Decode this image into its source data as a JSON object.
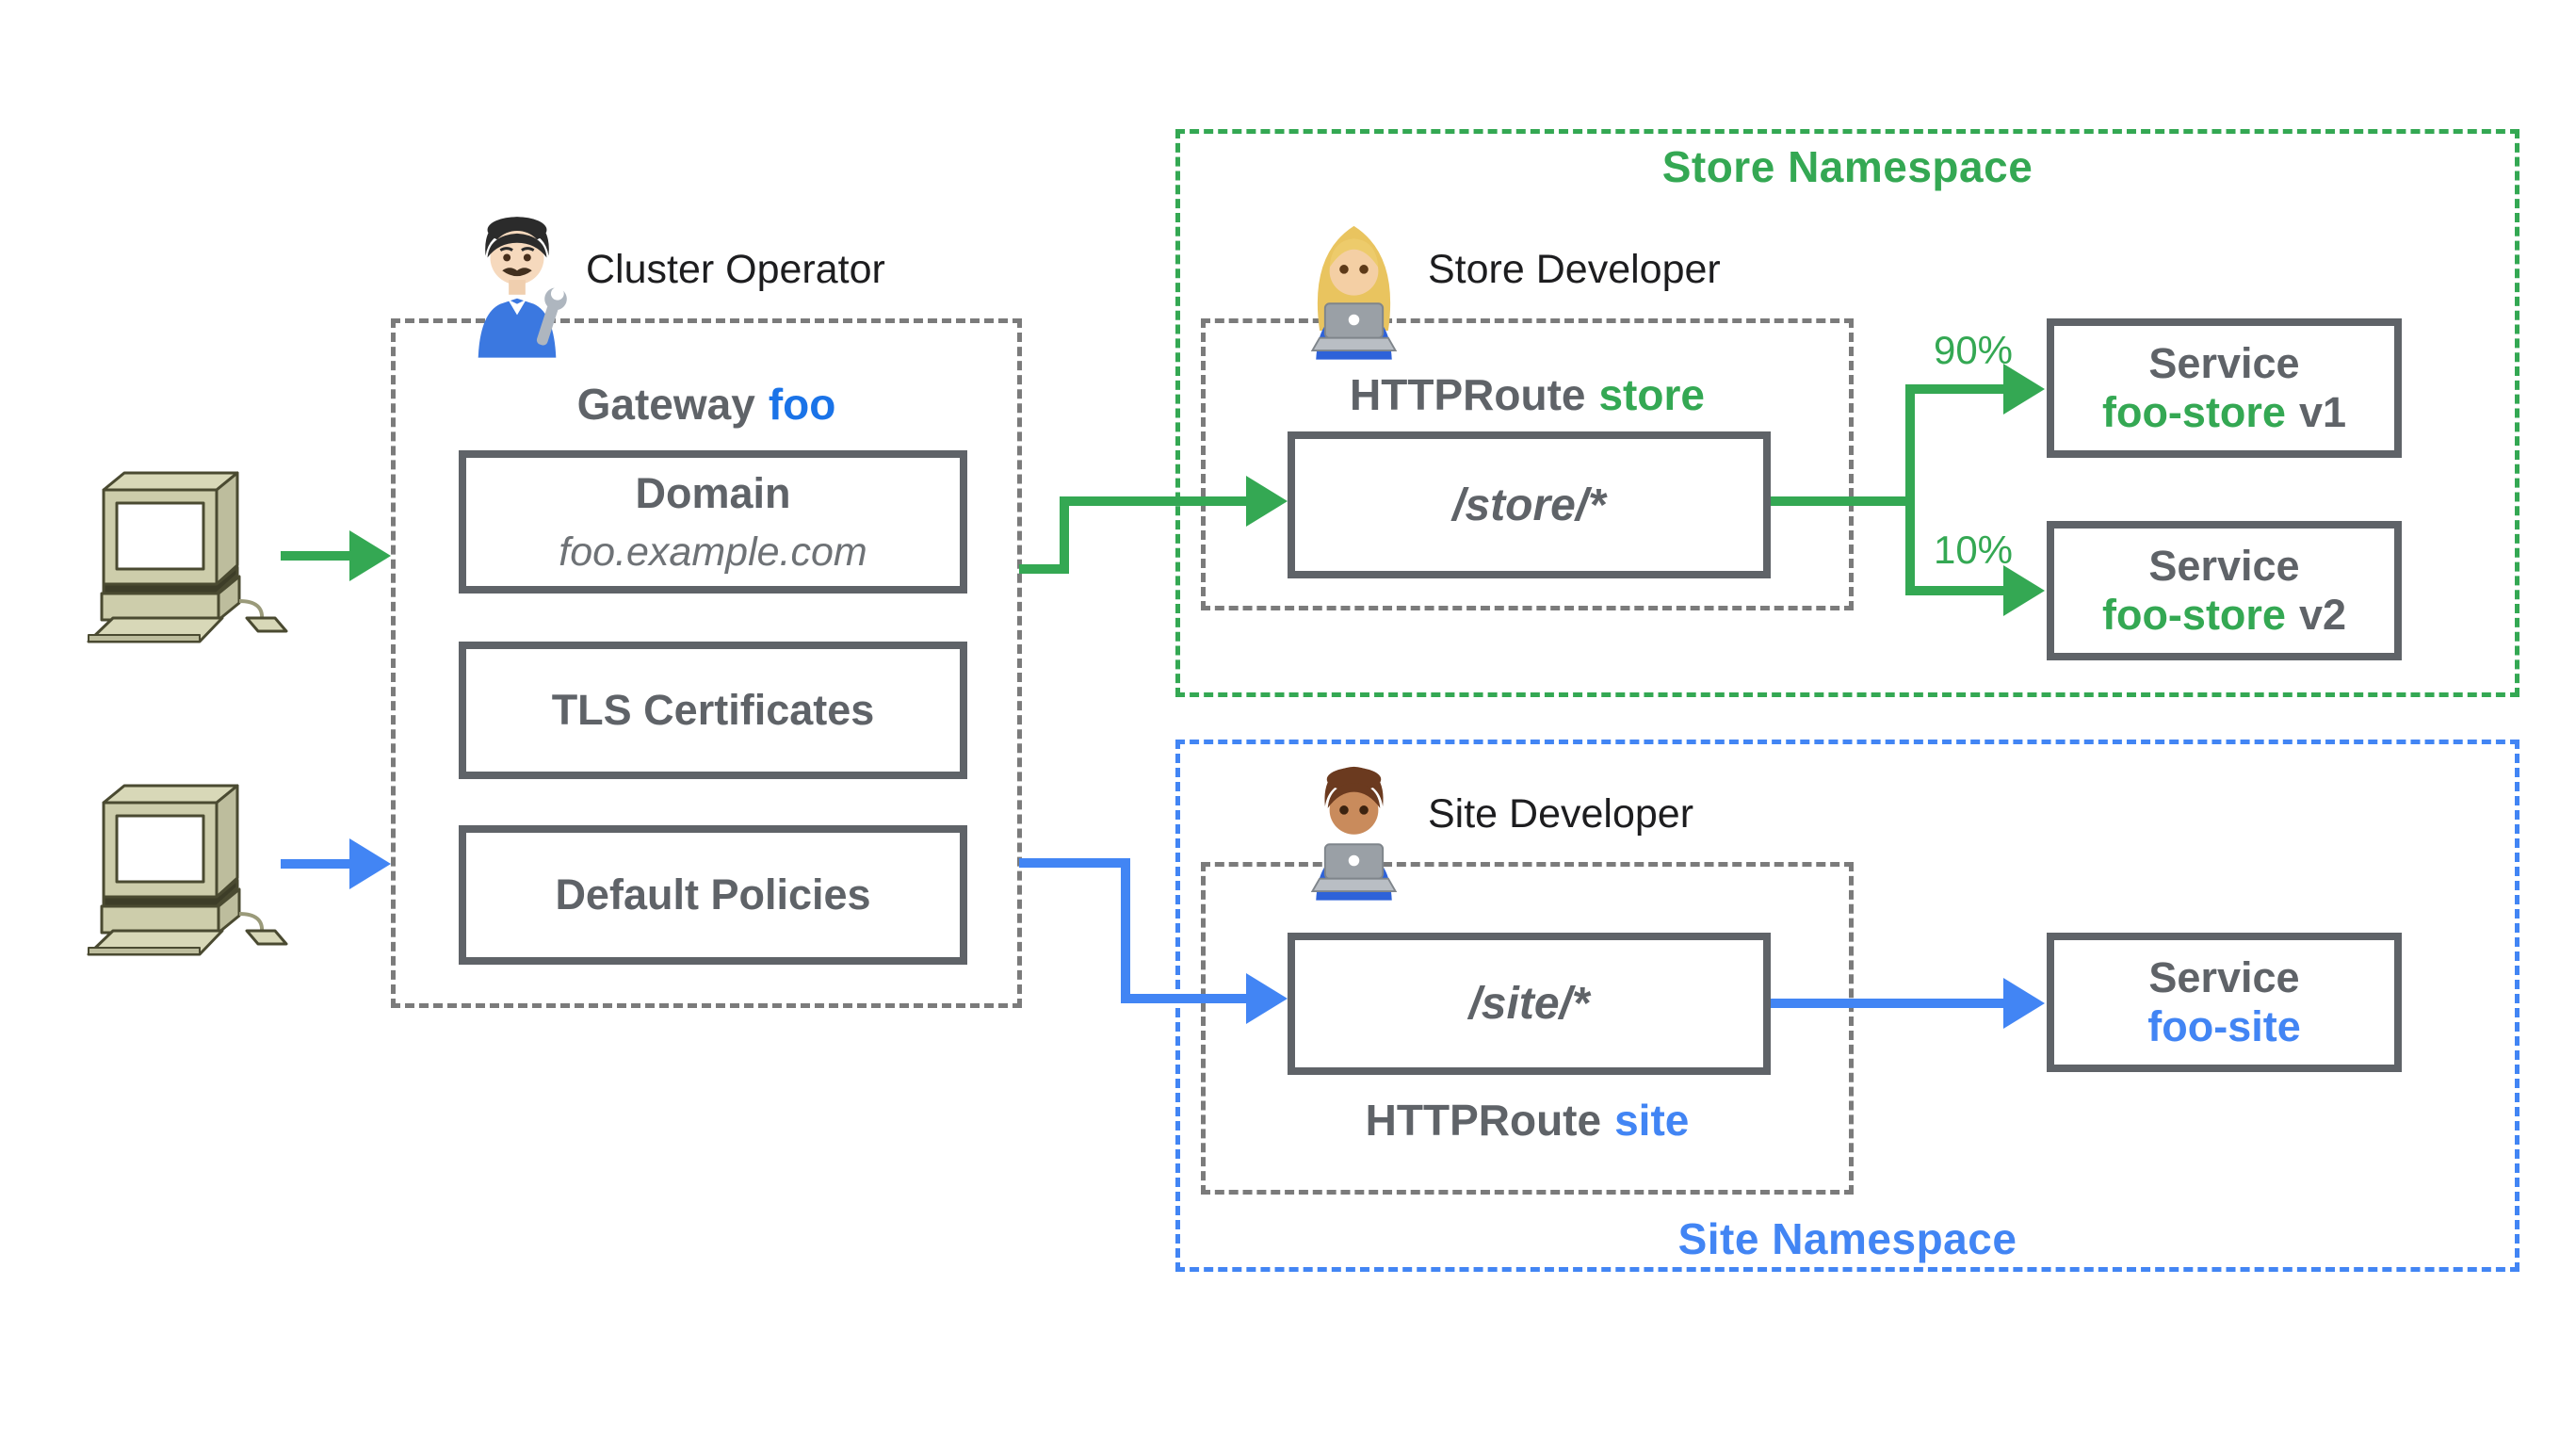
{
  "palette": {
    "green": "#34A853",
    "blue": "#4285F4",
    "gateway_name_blue": "#1A73E8",
    "box_border_gray": "#5F6368",
    "dashed_gray": "#7b7b7b",
    "text_gray": "#5F6368",
    "text_black": "#1d1d1f"
  },
  "clients": {
    "top_client": {
      "icon": "desktop-computer",
      "arrow_color": "#34A853"
    },
    "bottom_client": {
      "icon": "desktop-computer",
      "arrow_color": "#4285F4"
    }
  },
  "cluster_operator": {
    "icon": "man-mechanic",
    "label": "Cluster Operator"
  },
  "gateway": {
    "title_prefix": "Gateway",
    "title_name": "foo",
    "domain_box": {
      "title": "Domain",
      "value": "foo.example.com"
    },
    "tls_box": {
      "title": "TLS Certificates"
    },
    "policies_box": {
      "title": "Default Policies"
    }
  },
  "store_namespace": {
    "title": "Store Namespace",
    "developer": {
      "icon": "woman-technologist",
      "label": "Store Developer"
    },
    "httproute_prefix": "HTTPRoute",
    "httproute_name": "store",
    "path_rule": "/store/*",
    "weights": {
      "v1": "90%",
      "v2": "10%"
    },
    "services": [
      {
        "title": "Service",
        "name": "foo-store",
        "version": "v1"
      },
      {
        "title": "Service",
        "name": "foo-store",
        "version": "v2"
      }
    ]
  },
  "site_namespace": {
    "title": "Site Namespace",
    "developer": {
      "icon": "man-technologist",
      "label": "Site Developer"
    },
    "httproute_prefix": "HTTPRoute",
    "httproute_name": "site",
    "path_rule": "/site/*",
    "service": {
      "title": "Service",
      "name": "foo-site"
    }
  }
}
